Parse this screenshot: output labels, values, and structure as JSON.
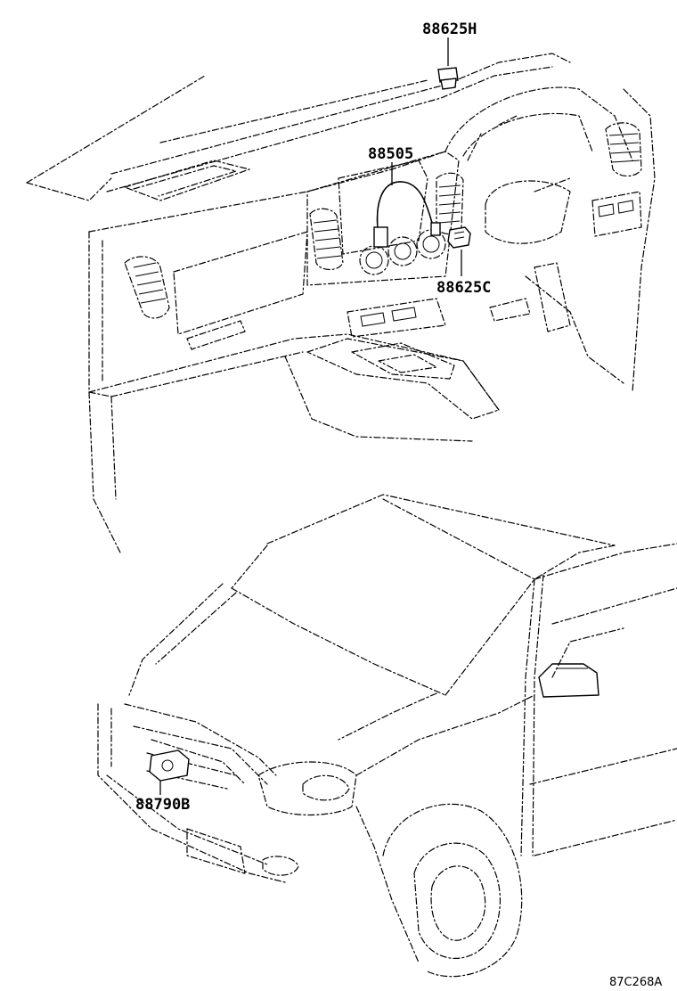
{
  "diagram": {
    "illustration_code": "87C268A",
    "callouts": [
      {
        "id": "88625H",
        "label": "88625H"
      },
      {
        "id": "88505",
        "label": "88505"
      },
      {
        "id": "88625C",
        "label": "88625C"
      },
      {
        "id": "88790B",
        "label": "88790B"
      }
    ]
  }
}
